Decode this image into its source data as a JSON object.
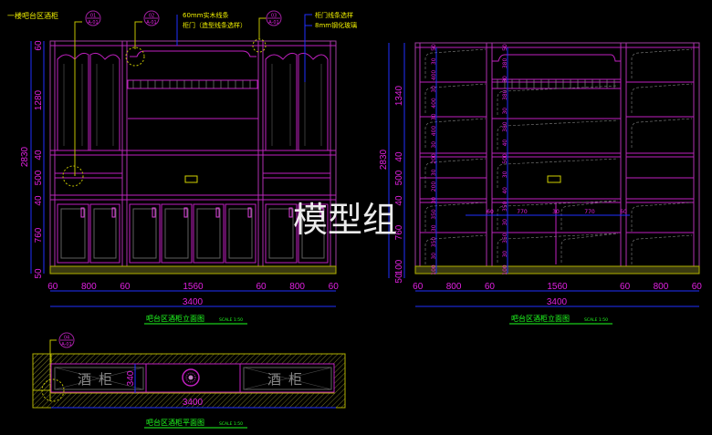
{
  "drawing_title": "一楼吧台区酒柜",
  "watermark": "模型组",
  "callouts": [
    {
      "num": "01",
      "ref": "A-01"
    },
    {
      "num": "02",
      "ref": "A-01"
    },
    {
      "num": "03",
      "ref": "A-01"
    },
    {
      "num": "04",
      "ref": "A-01"
    }
  ],
  "notes": {
    "solid_wood_trim": "60mm实木线条",
    "door_profile": "柜门（造型线条选样）",
    "door_trim": "柜门线条选样",
    "tempered_glass": "8mm钢化玻璃"
  },
  "left_elevation": {
    "title": "吧台区酒柜立面图",
    "scale": "SCALE 1:50",
    "width_segments": [
      "60",
      "800",
      "60",
      "1560",
      "60",
      "800",
      "60"
    ],
    "total_width": "3400",
    "height_total": "2830",
    "height_segments": [
      "60",
      "1280",
      "40",
      "500",
      "40",
      "760",
      "50"
    ]
  },
  "right_elevation": {
    "title": "吧台区酒柜立面图",
    "scale": "SCALE 1:50",
    "width_segments": [
      "60",
      "800",
      "60",
      "1560",
      "60",
      "800",
      "60"
    ],
    "total_width": "3400",
    "height_total": "2830",
    "height_segments": [
      "1340",
      "40",
      "500",
      "40",
      "760",
      "100",
      "50"
    ],
    "inner_dims_left": [
      "50",
      "30",
      "400",
      "30",
      "400",
      "30",
      "400",
      "30",
      "200",
      "30",
      "200",
      "30",
      "350",
      "30",
      "350",
      "30",
      "100"
    ],
    "inner_dims_center": [
      "50",
      "380",
      "30",
      "380",
      "30",
      "380",
      "40",
      "500",
      "30",
      "40",
      "350",
      "30",
      "350",
      "30",
      "100"
    ],
    "door_dims": [
      "60",
      "770",
      "30",
      "770",
      "60"
    ]
  },
  "plan": {
    "title": "吧台区酒柜平面图",
    "scale": "SCALE 1:50",
    "left_label": "酒柜",
    "right_label": "酒柜",
    "depth": "340",
    "total_width": "3400"
  }
}
